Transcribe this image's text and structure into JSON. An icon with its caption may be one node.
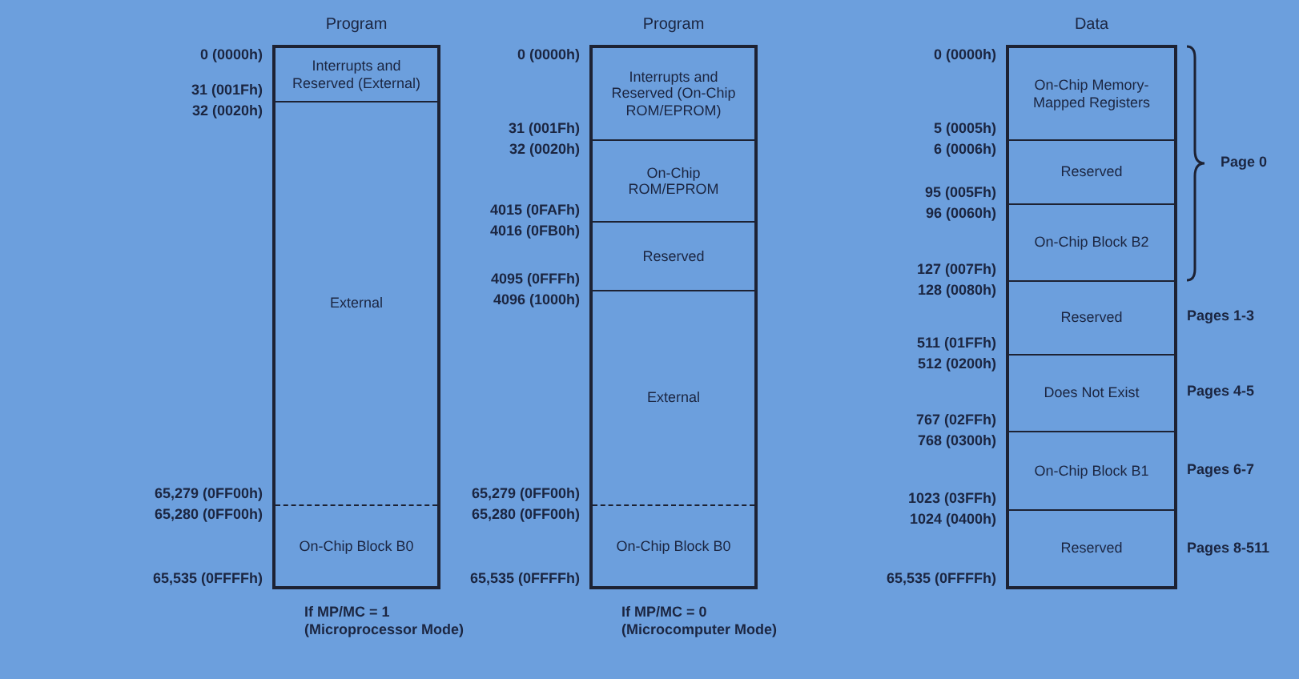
{
  "diagram": {
    "nodes": [
      {
        "text": [
          "Program"
        ]
      },
      {
        "text": [
          "Interrupts and Reserved (External)"
        ],
        "in": 0
      },
      {
        "text": [
          "External"
        ],
        "in": 0
      },
      {
        "text": [
          "On-Chip Block B0"
        ],
        "in": 0
      },
      {
        "text": [
          "Program"
        ]
      },
      {
        "text": [
          "Interrupts and Reserved (On-Chip ROM/EPROM)"
        ],
        "in": 4
      },
      {
        "text": [
          "On-Chip ROM/EPROM"
        ],
        "in": 4
      },
      {
        "text": [
          "Reserved"
        ],
        "in": 4
      },
      {
        "text": [
          "External"
        ],
        "in": 4
      },
      {
        "text": [
          "On-Chip Block B0"
        ],
        "in": 4
      },
      {
        "text": [
          "Data"
        ]
      },
      {
        "text": [
          "On-Chip Memory-Mapped Registers"
        ],
        "in": 10
      },
      {
        "text": [
          "Reserved"
        ],
        "in": 10
      },
      {
        "text": [
          "On-Chip Block B2"
        ],
        "in": 10
      },
      {
        "text": [
          "Reserved"
        ],
        "in": 10,
        "beside": [
          "Pages 1-3"
        ]
      },
      {
        "text": [
          "Does Not Exist"
        ],
        "in": 10,
        "beside": [
          "Pages 4-5"
        ]
      },
      {
        "text": [
          "On-Chip Block B1"
        ],
        "in": 10,
        "beside": [
          "Pages 6-7"
        ]
      },
      {
        "text": [
          "Reserved"
        ],
        "in": 10,
        "beside": [
          "Pages 8-511"
        ]
      }
    ],
    "labels": [
      "0 (0000h)",
      "31 (001Fh)",
      "32 (0020h)",
      "65,279 (0FF00h)",
      "65,280 (0FF00h)",
      "65,535 (0FFFFh)",
      "0 (0000h)",
      "31 (001Fh)",
      "32 (0020h)",
      "4015 (0FAFh)",
      "4016 (0FB0h)",
      "4095 (0FFFh)",
      "4096 (1000h)",
      "65,279 (0FF00h)",
      "65,280 (0FF00h)",
      "65,535 (0FFFFh)",
      "0 (0000h)",
      "5 (0005h)",
      "6 (0006h)",
      "95 (005Fh)",
      "96 (0060h)",
      "127 (007Fh)",
      "128 (0080h)",
      "511 (01FFh)",
      "512 (0200h)",
      "767 (02FFh)",
      "768 (0300h)",
      "1023 (03FFh)",
      "1024 (0400h)",
      "65,535 (0FFFFh)",
      "Page 0",
      "If MP/MC = 1",
      "(Microprocessor Mode)",
      "If MP/MC = 0",
      "(Microcomputer Mode)"
    ]
  }
}
